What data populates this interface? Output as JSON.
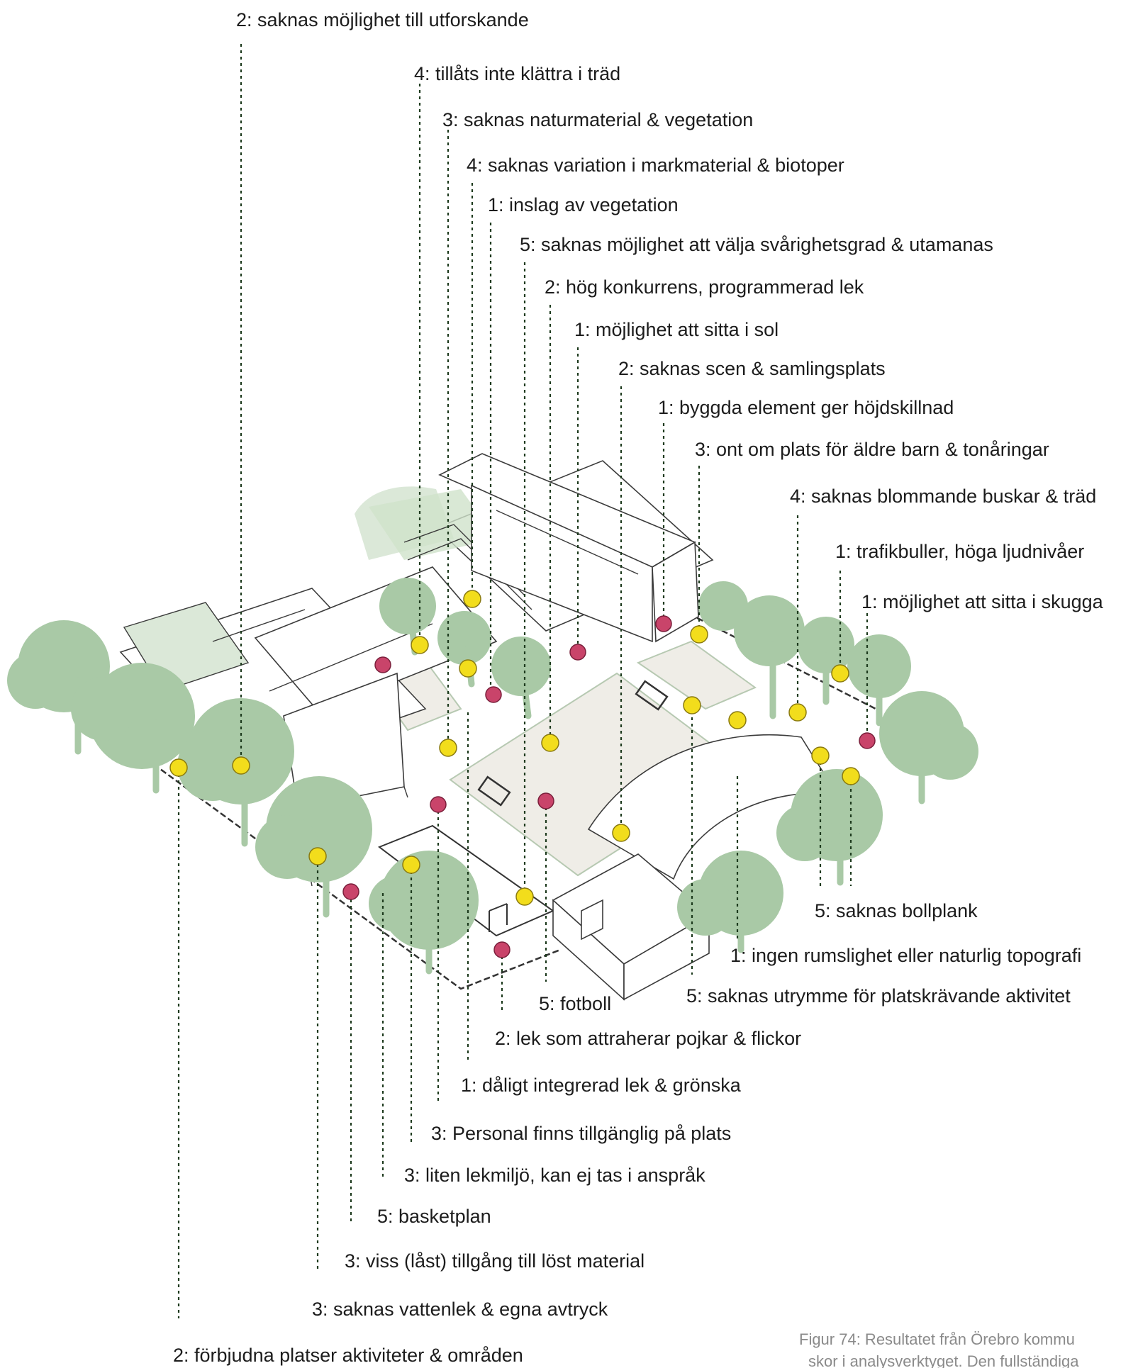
{
  "labels": [
    {
      "id": "l01",
      "text": "2: saknas möjlighet till utforskande"
    },
    {
      "id": "l02",
      "text": "4: tillåts inte klättra i träd"
    },
    {
      "id": "l03",
      "text": "3: saknas naturmaterial & vegetation"
    },
    {
      "id": "l04",
      "text": "4: saknas variation i markmaterial & biotoper"
    },
    {
      "id": "l05",
      "text": "1: inslag av vegetation"
    },
    {
      "id": "l06",
      "text": "5: saknas möjlighet att välja svårighetsgrad & utamanas"
    },
    {
      "id": "l07",
      "text": "2: hög konkurrens, programmerad lek"
    },
    {
      "id": "l08",
      "text": "1: möjlighet att sitta i sol"
    },
    {
      "id": "l09",
      "text": "2: saknas scen & samlingsplats"
    },
    {
      "id": "l10",
      "text": "1: byggda element ger höjdskillnad"
    },
    {
      "id": "l11",
      "text": "3: ont om plats för äldre barn & tonåringar"
    },
    {
      "id": "l12",
      "text": "4: saknas blommande buskar & träd"
    },
    {
      "id": "l13",
      "text": "1: trafikbuller, höga ljudnivåer"
    },
    {
      "id": "l14",
      "text": "1: möjlighet att sitta i skugga"
    },
    {
      "id": "l15",
      "text": "5: saknas bollplank"
    },
    {
      "id": "l16",
      "text": "1: ingen rumslighet eller naturlig topografi"
    },
    {
      "id": "l17",
      "text": "5: saknas utrymme för platskrävande aktivitet"
    },
    {
      "id": "l18",
      "text": "5: fotboll"
    },
    {
      "id": "l19",
      "text": "2: lek som attraherar pojkar & flickor"
    },
    {
      "id": "l20",
      "text": "1: dåligt integrerad lek & grönska"
    },
    {
      "id": "l21",
      "text": "3: Personal finns tillgänglig på plats"
    },
    {
      "id": "l22",
      "text": "3: liten lekmiljö, kan ej tas i anspråk"
    },
    {
      "id": "l23",
      "text": "5: basketplan"
    },
    {
      "id": "l24",
      "text": "3: viss (låst) tillgång till löst material"
    },
    {
      "id": "l25",
      "text": "3: saknas vattenlek & egna avtryck"
    },
    {
      "id": "l26",
      "text": "2: förbjudna platser aktiviteter  & områden"
    }
  ],
  "caption": {
    "line1": "Figur 74: Resultatet från Örebro kommu",
    "line2": "skor i analysverktyget. Den fullständiga"
  },
  "colors": {
    "yellow_marker": "#f2dd1c",
    "red_marker": "#c9446a",
    "vegetation": "#a9c9a6",
    "leader": "#1d3a1d"
  }
}
